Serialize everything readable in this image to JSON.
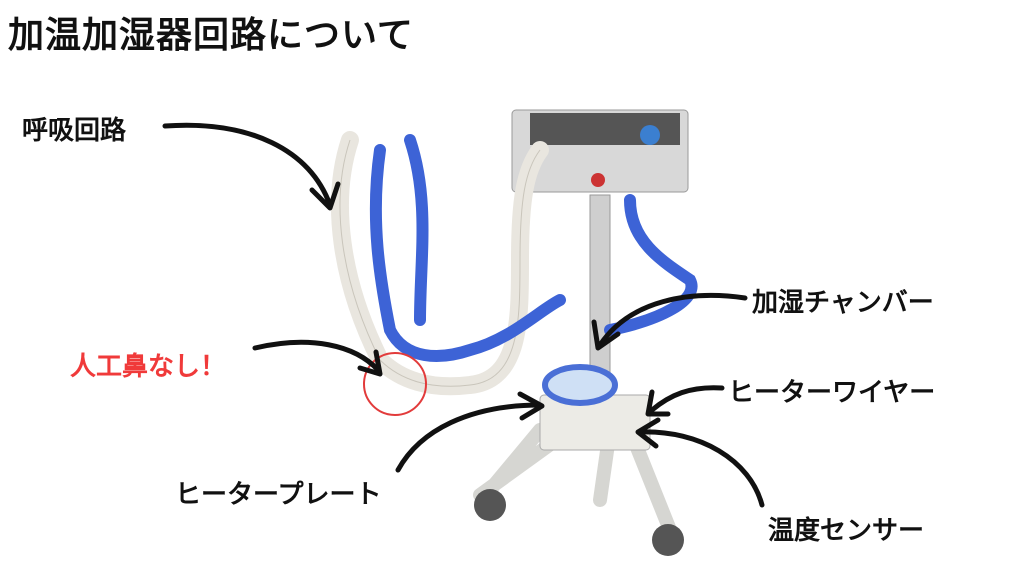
{
  "title": "加温加湿器回路について",
  "labels": {
    "breathing_circuit": "呼吸回路",
    "no_hme": "人工鼻なし！",
    "humidifier_chamber": "加湿チャンバー",
    "heater_wire": "ヒーターワイヤー",
    "heater_plate": "ヒータープレート",
    "temperature_sensor": "温度センサー"
  },
  "colors": {
    "text": "#111111",
    "warning_text": "#f03a3a",
    "circle": "#e23b3b",
    "blue_tube": "#3d63d6",
    "white_tube": "#e9e6df"
  }
}
